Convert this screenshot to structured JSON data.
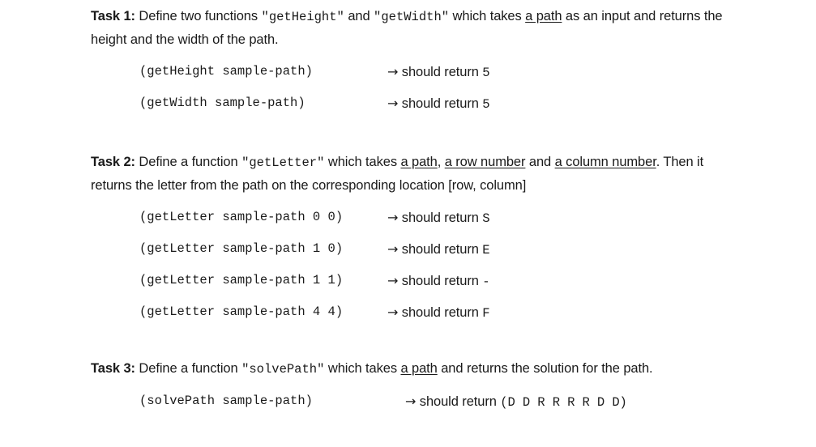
{
  "document": {
    "background_color": "#ffffff",
    "text_color": "#1a1a1a"
  },
  "tasks": [
    {
      "label": "Task 1:",
      "prose_part_1": " Define two functions ",
      "code_1": "\"getHeight\"",
      "prose_part_2": " and ",
      "code_2": "\"getWidth\"",
      "prose_part_3": " which takes ",
      "underlined_1": "a path",
      "prose_part_4": " as an input and returns the height and the width of the path.",
      "examples": [
        {
          "call": "(getHeight sample-path)",
          "arrow": "→",
          "result_prefix": " should return ",
          "result_value": "5"
        },
        {
          "call": "(getWidth sample-path)",
          "arrow": "→",
          "result_prefix": " should return ",
          "result_value": "5"
        }
      ]
    },
    {
      "label": "Task 2:",
      "prose_part_1": " Define a function ",
      "code_1": "\"getLetter\"",
      "prose_part_2": " which takes ",
      "underlined_1": "a path",
      "prose_part_3": ", ",
      "underlined_2": "a row number",
      "prose_part_4": " and ",
      "underlined_3": "a column number",
      "prose_part_5": ". Then it returns the letter from the path on the corresponding location [row, column]",
      "examples": [
        {
          "call": "(getLetter sample-path 0 0)",
          "arrow": "→",
          "result_prefix": " should return ",
          "result_value": "S"
        },
        {
          "call": "(getLetter sample-path 1 0)",
          "arrow": "→",
          "result_prefix": " should return ",
          "result_value": "E"
        },
        {
          "call": "(getLetter sample-path 1 1)",
          "arrow": "→",
          "result_prefix": " should return ",
          "result_value": "-"
        },
        {
          "call": "(getLetter sample-path 4 4)",
          "arrow": "→",
          "result_prefix": " should return ",
          "result_value": "F"
        }
      ]
    },
    {
      "label": "Task 3:",
      "prose_part_1": " Define a function ",
      "code_1": "\"solvePath\"",
      "prose_part_2": " which takes ",
      "underlined_1": "a path",
      "prose_part_3": " and returns the solution for the path.",
      "examples": [
        {
          "call": "(solvePath sample-path)",
          "arrow": "→",
          "result_prefix": " should return ",
          "result_value": "(D D R R R R D D)"
        }
      ]
    }
  ]
}
